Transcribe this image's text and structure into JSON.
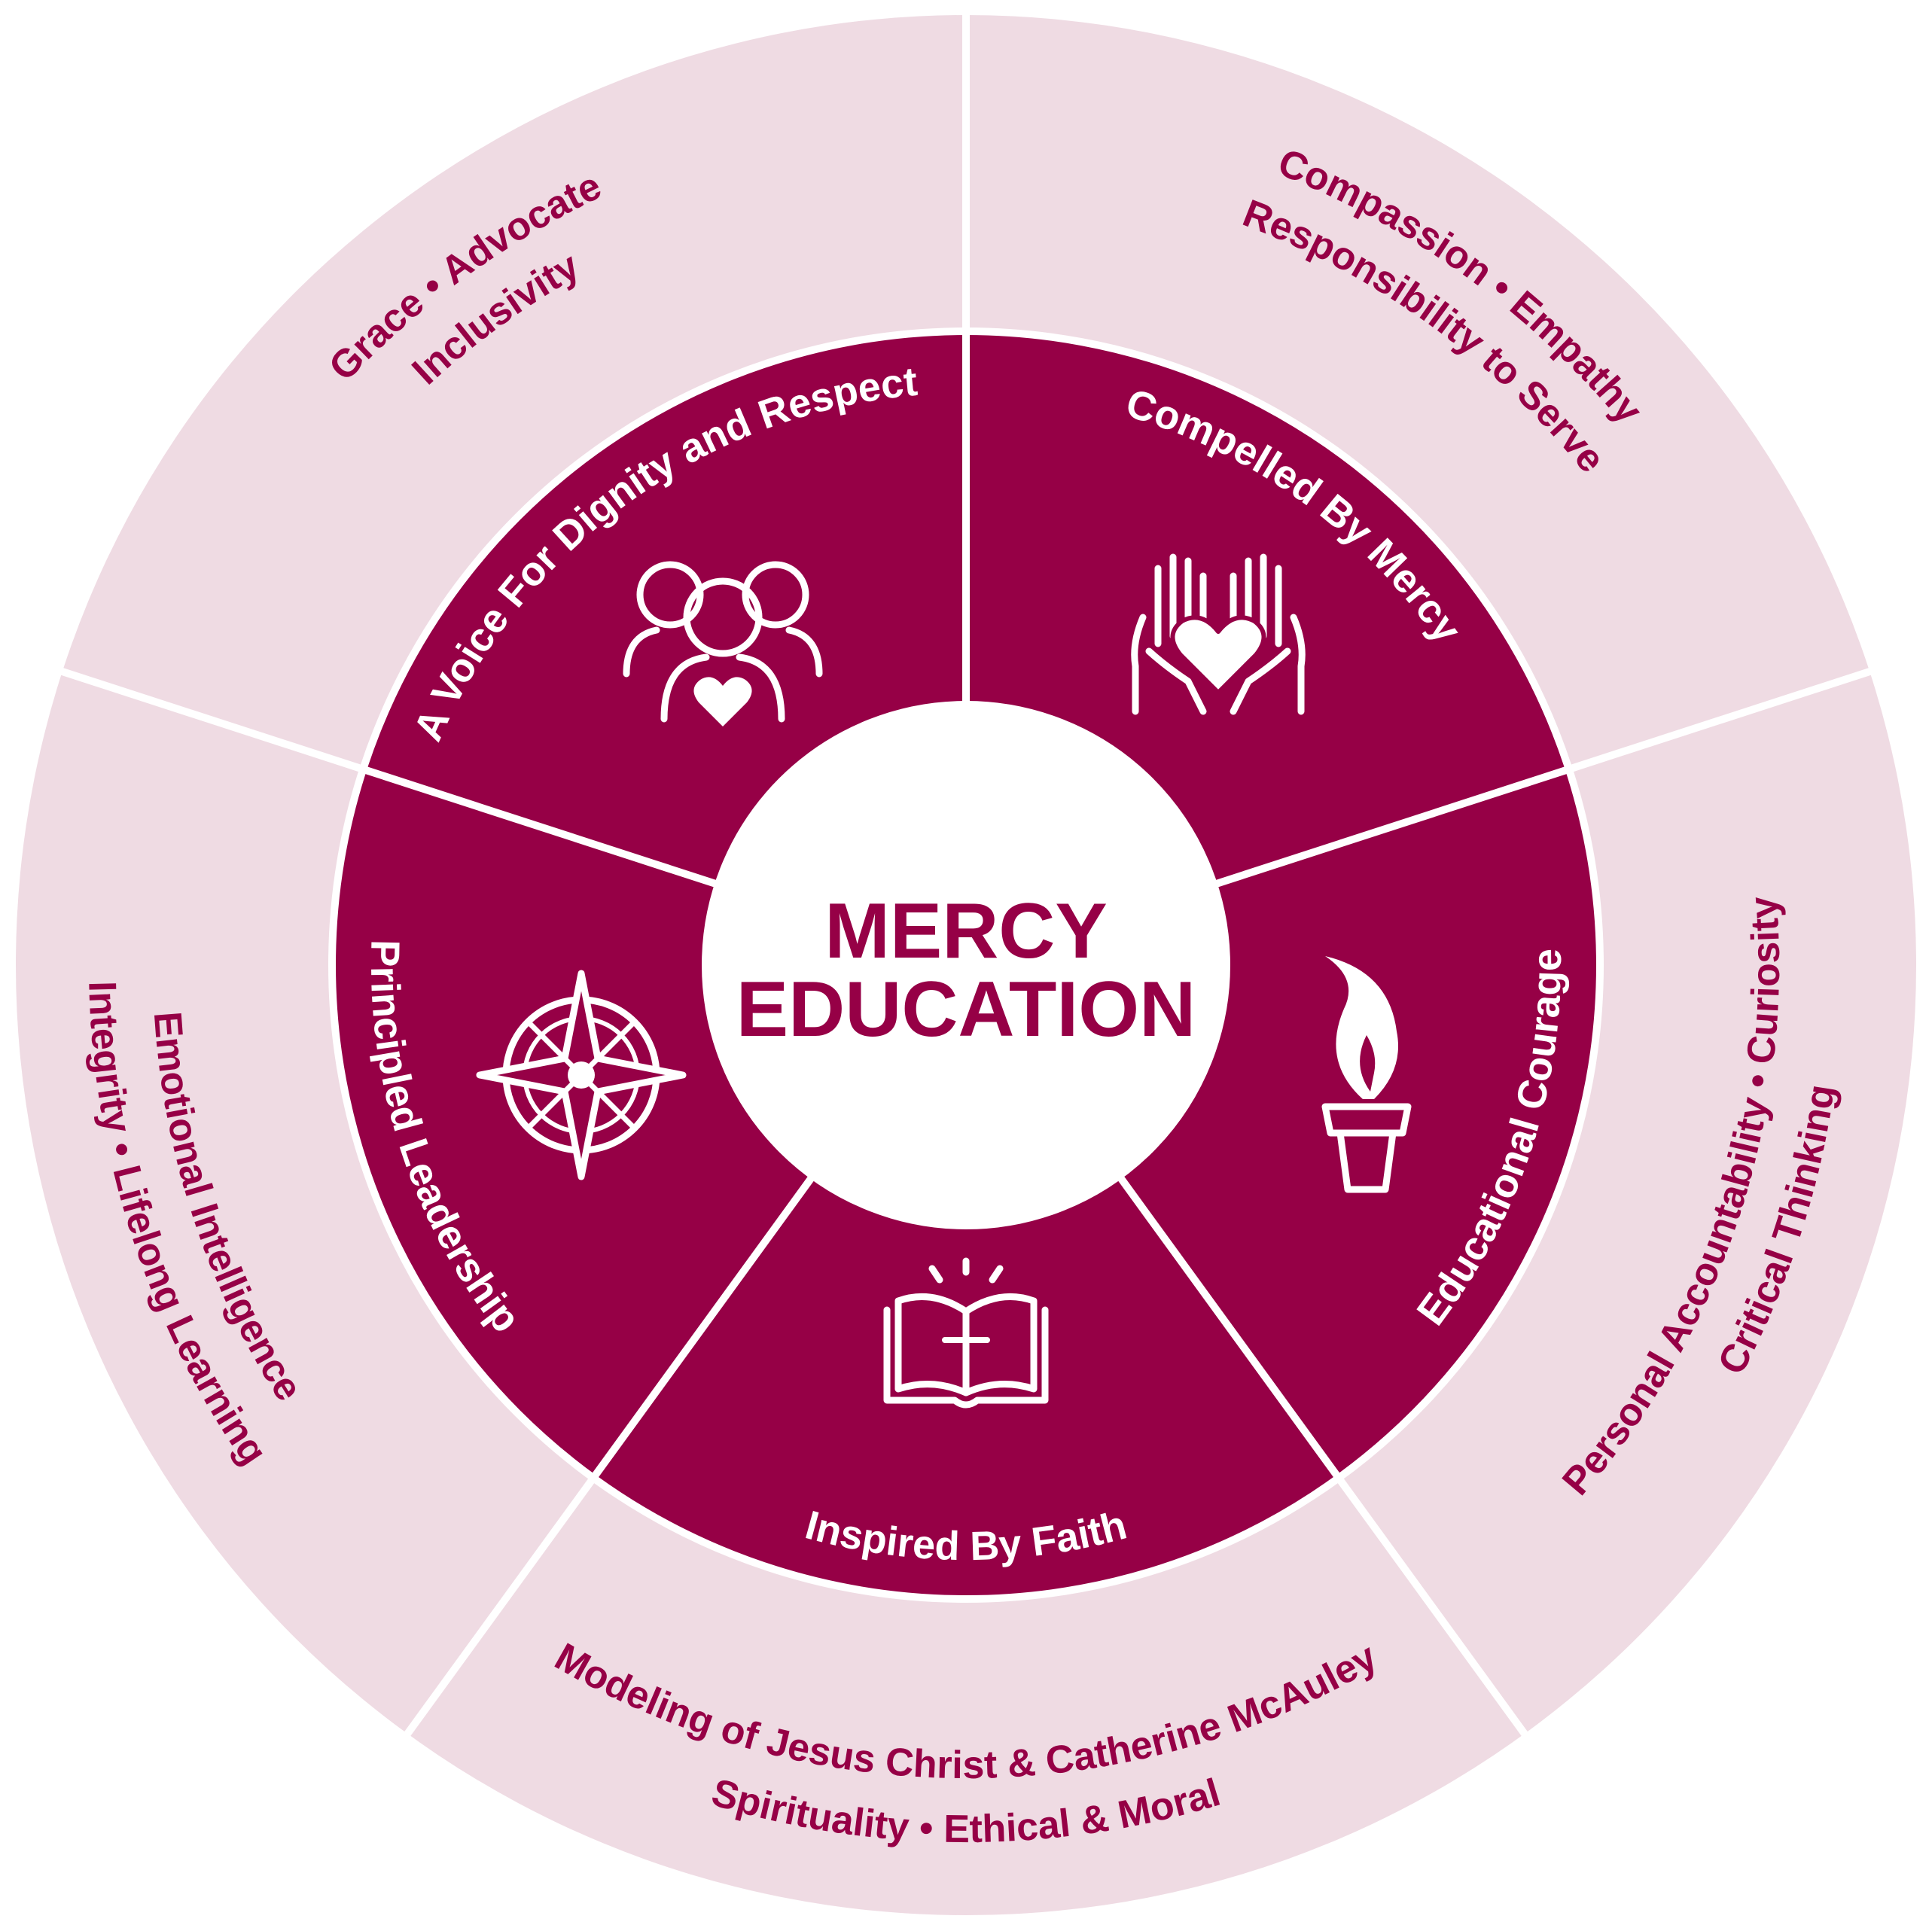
{
  "center": {
    "line1": "MERCY",
    "line2": "EDUCATION"
  },
  "colors": {
    "inner": "#960046",
    "outer": "#efdbe3",
    "divider": "#ffffff",
    "outer_text": "#960046",
    "inner_text": "#ffffff",
    "center_bg": "#ffffff"
  },
  "segments": [
    {
      "id": "voice",
      "label": "A Voice For Dignity and Respect",
      "icon": "people-heart-icon",
      "values_line1": "Grace  •  Advocate",
      "values_line2": "Inclusivity"
    },
    {
      "id": "mercy",
      "label": "Compelled By Mercy",
      "icon": "hands-heart-icon",
      "values_line1": "Compassion  •  Empathy",
      "values_line2": "Responsibility to Serve"
    },
    {
      "id": "courage",
      "label": "Educational Courage",
      "icon": "torch-icon",
      "values_line1": "Personal Accountability  •  Curiosity",
      "values_line2": "Critical Thinking"
    },
    {
      "id": "faith",
      "label": "Inspired By Faith",
      "icon": "bible-cross-icon",
      "values_line1": "Modeling of Jesus Christ & Catherine McAuley",
      "values_line2": "Spirituality  •  Ethical & Moral"
    },
    {
      "id": "leadership",
      "label": "Principled Leadership",
      "icon": "compass-icon",
      "values_line1": "Emotional Intelligence",
      "values_line2": "Integrity  •  Lifelong Learning"
    }
  ]
}
